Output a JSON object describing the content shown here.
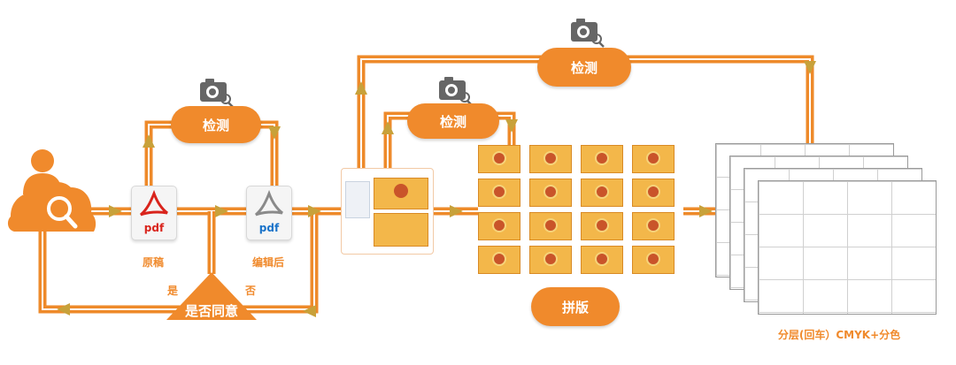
{
  "nodes": {
    "check_left": "检测",
    "check_mid": "检测",
    "check_top": "检测",
    "original_pdf_text": "pdf",
    "original_caption": "原稿",
    "edited_pdf_text": "pdf",
    "edited_caption": "编辑后",
    "decision": "是否同意",
    "decision_yes": "是",
    "decision_no": "否",
    "imposition": "拼版",
    "separation": "分层(回车）CMYK+分色"
  },
  "colors": {
    "accent": "#f08a2c",
    "pipe": "#ee8a2a",
    "pipe_inner": "#ffffff",
    "arrow": "#c8a13a",
    "pdf_red": "#d9241c",
    "pdf_blue": "#1a73c9"
  },
  "icons": [
    "user-search-icon",
    "camera-search-icon",
    "pdf-red-icon",
    "pdf-gray-icon",
    "arrow-icon"
  ]
}
